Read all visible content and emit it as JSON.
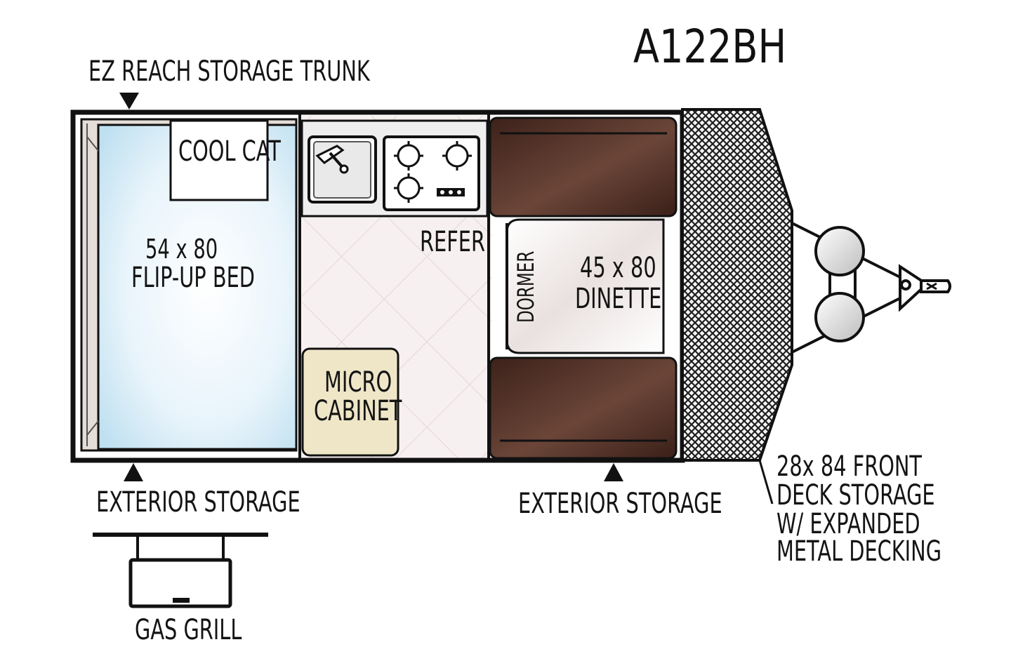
{
  "model": "A122BH",
  "labels": {
    "ez_reach": "EZ REACH STORAGE TRUNK",
    "cool_cat": "COOL CAT",
    "bed_size": "54 x 80",
    "bed_name": "FLIP-UP BED",
    "refer": "REFER",
    "micro_line1": "MICRO",
    "micro_line2": "CABINET",
    "dormer": "DORMER",
    "dinette_size": "45 x 80",
    "dinette_name": "DINETTE",
    "exterior_storage_left": "EXTERIOR STORAGE",
    "exterior_storage_right": "EXTERIOR STORAGE",
    "gas_grill": "GAS GRILL",
    "front_deck_line1": "28x 84 FRONT",
    "front_deck_line2": "DECK STORAGE",
    "front_deck_line3": "W/ EXPANDED",
    "front_deck_line4": "METAL DECKING"
  },
  "colors": {
    "wall": "#111111",
    "bed": "#d9edf7",
    "cushion": "#5a3428",
    "cabinet": "#efe6c8",
    "floor": "#f4efee",
    "deck": "#2a2a2a"
  },
  "icons": {
    "sink": "sink-icon",
    "stove": "stove-burners-icon",
    "arrow": "triangle-marker-icon",
    "hitch": "trailer-hitch-icon",
    "wheels": "wheel-icon"
  }
}
